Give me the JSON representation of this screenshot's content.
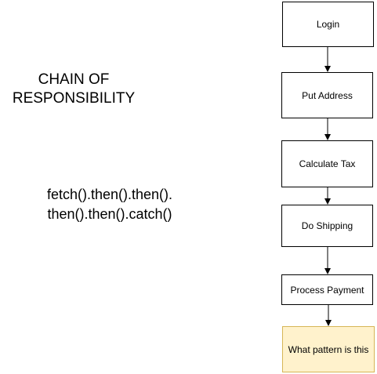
{
  "heading": {
    "title": "CHAIN OF\nRESPONSIBILITY"
  },
  "code": {
    "text": "fetch().then().then().\nthen().then().catch()"
  },
  "flow": {
    "steps": [
      {
        "label": "Login"
      },
      {
        "label": "Put Address"
      },
      {
        "label": "Calculate Tax"
      },
      {
        "label": "Do Shipping"
      },
      {
        "label": "Process Payment"
      },
      {
        "label": "What pattern is this"
      }
    ],
    "highlight_fill": "#fff2cc",
    "highlight_stroke": "#d6b656"
  }
}
